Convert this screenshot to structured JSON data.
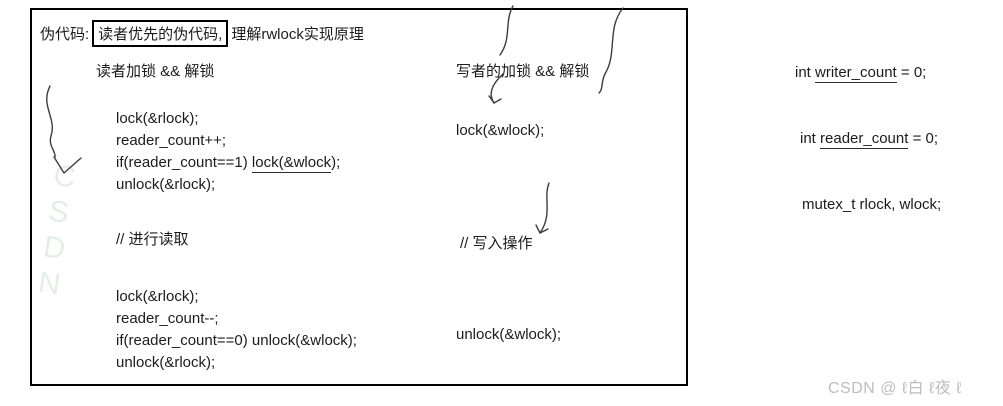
{
  "board": {
    "title": {
      "prefix": "伪代码:",
      "boxed": "读者优先的伪代码,",
      "suffix": "理解rwlock实现原理"
    },
    "reader": {
      "header": "读者加锁 && 解锁",
      "line1": "lock(&rlock);",
      "line2": "reader_count++;",
      "line3_pre": "if(reader_count==1) ",
      "line3_underlined": "lock(&wlock",
      "line3_post": ");",
      "line4": "unlock(&rlock);",
      "comment": "// 进行读取",
      "line5": "lock(&rlock);",
      "line6": "reader_count--;",
      "line7": "if(reader_count==0) unlock(&wlock);",
      "line8": "unlock(&rlock);"
    },
    "writer": {
      "header": "写者的加锁 && 解锁",
      "lock_line": "lock(&wlock);",
      "comment": "// 写入操作",
      "unlock_line": "unlock(&wlock);"
    },
    "faint_watermark": "CSDN"
  },
  "declarations": {
    "line1_pre": "int ",
    "line1_underlined": "writer_count",
    "line1_post": " = 0;",
    "line2_pre": "int ",
    "line2_underlined": "reader_count",
    "line2_post": " = 0;",
    "line3": "mutex_t rlock, wlock;"
  },
  "watermark": "CSDN @ ℓ白 ℓ夜 ℓ"
}
